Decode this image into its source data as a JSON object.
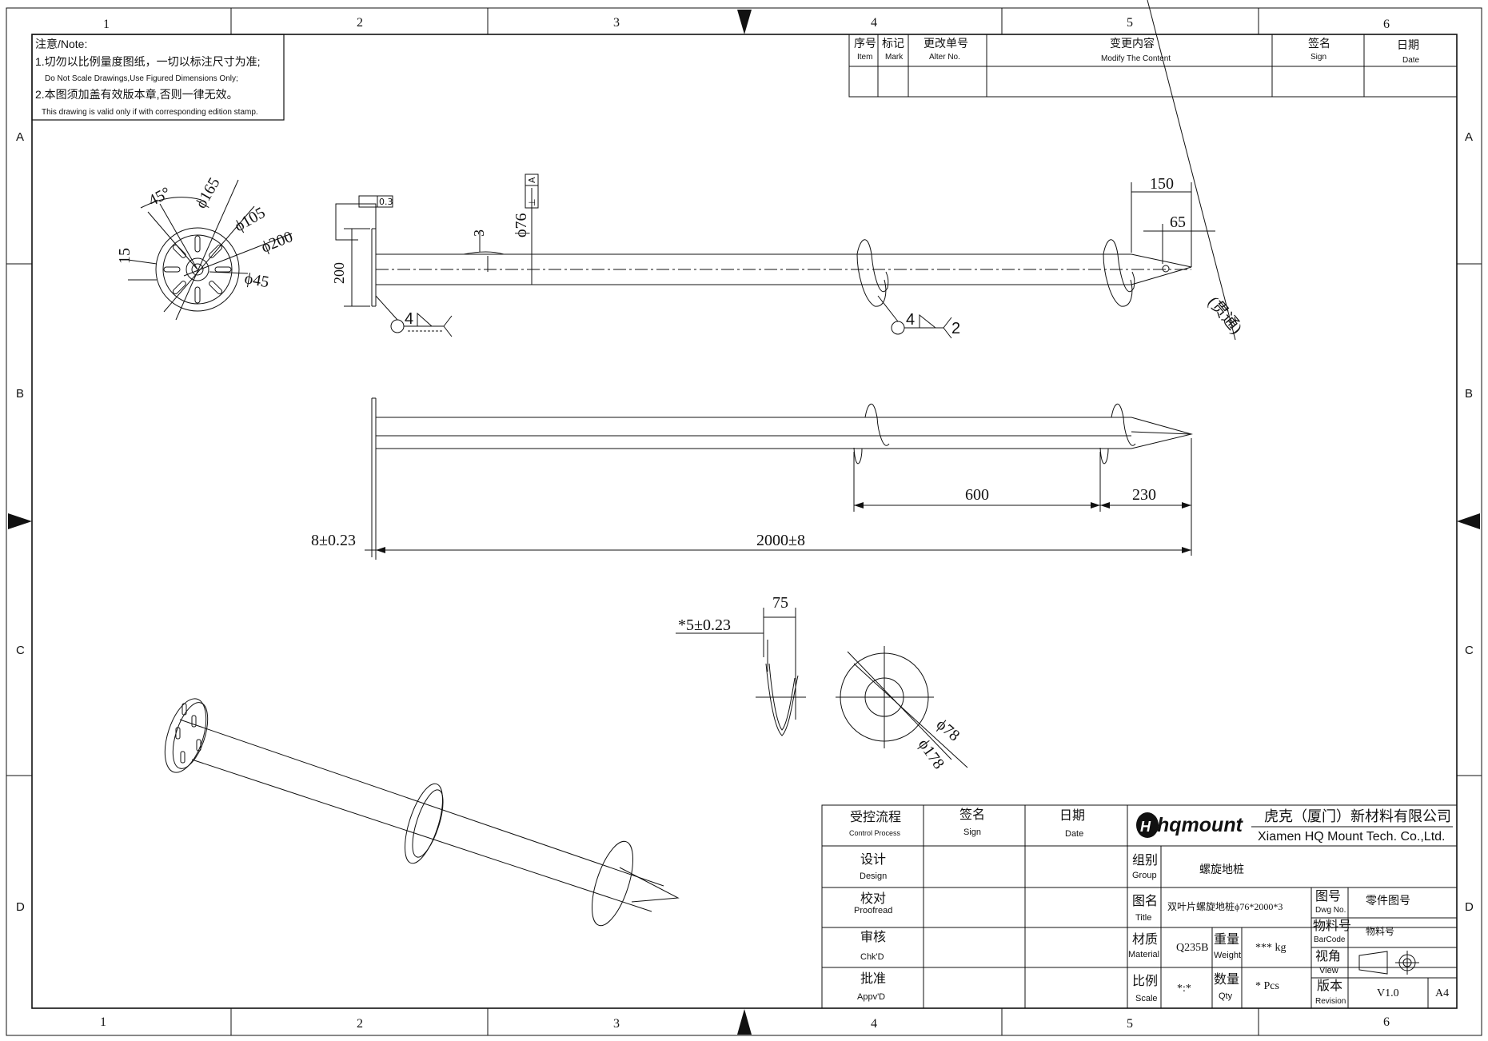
{
  "border": {
    "cols": [
      "1",
      "2",
      "3",
      "4",
      "5",
      "6"
    ],
    "rows": [
      "A",
      "B",
      "C",
      "D"
    ]
  },
  "note": {
    "title": "注意/Note:",
    "line1_cn": "1.切勿以比例量度图纸，一切以标注尺寸为准;",
    "line1_en": "Do Not Scale Drawings,Use Figured Dimensions Only;",
    "line2_cn": "2.本图须加盖有效版本章,否则一律无效。",
    "line2_en": "This drawing is valid only if with corresponding edition stamp."
  },
  "revision_table": {
    "item_cn": "序号",
    "item_en": "Item",
    "mark_cn": "标记",
    "mark_en": "Mark",
    "alter_cn": "更改单号",
    "alter_en": "Alter No.",
    "content_cn": "变更内容",
    "content_en": "Modify The Content",
    "sign_cn": "签名",
    "sign_en": "Sign",
    "date_cn": "日期",
    "date_en": "Date"
  },
  "dims": {
    "flange_angle": "45°",
    "flange_d165": "ϕ165",
    "flange_d105": "ϕ105",
    "flange_d200": "ϕ200",
    "flange_d45": "ϕ45",
    "flange_15": "15",
    "flatness": "0.3",
    "perp": "⊥",
    "perp_ref": "A",
    "plate_height": "200",
    "wall": "3",
    "pipe_d76": "ϕ76",
    "tip_150": "150",
    "tip_65": "65",
    "tip_note": "(贯通)",
    "weld_size": "4",
    "weld_num": "2",
    "spacing_600": "600",
    "tip_230": "230",
    "plate_thk": "8±0.23",
    "total_len": "2000±8",
    "blade_thk": "*5±0.23",
    "blade_pitch": "75",
    "blade_d78": "ϕ78",
    "blade_d178": "ϕ178"
  },
  "title_block": {
    "process_cn": "受控流程",
    "process_en": "Control Process",
    "sign_cn": "签名",
    "sign_en": "Sign",
    "date_cn": "日期",
    "date_en": "Date",
    "design_cn": "设计",
    "design_en": "Design",
    "proof_cn": "校对",
    "proof_en": "Proofread",
    "check_cn": "审核",
    "check_en": "Chk'D",
    "appv_cn": "批准",
    "appv_en": "Appv'D",
    "logo": "hqmount",
    "company_cn": "虎克（厦门）新材料有限公司",
    "company_en": "Xiamen HQ Mount Tech. Co.,Ltd.",
    "group_cn": "组别",
    "group_en": "Group",
    "group_val": "螺旋地桩",
    "title_cn": "图名",
    "title_en": "Title",
    "title_val": "双叶片螺旋地桩ϕ76*2000*3",
    "dwg_cn": "图号",
    "dwg_en": "Dwg No.",
    "dwg_val": "零件图号",
    "barcode_cn": "物料号",
    "barcode_en": "BarCode",
    "barcode_val": "物料号",
    "material_cn": "材质",
    "material_en": "Material",
    "material_val": "Q235B",
    "weight_cn": "重量",
    "weight_en": "Weight",
    "weight_val": "*** kg",
    "view_cn": "视角",
    "view_en": "View",
    "scale_cn": "比例",
    "scale_en": "Scale",
    "scale_val": "*:*",
    "qty_cn": "数量",
    "qty_en": "Qty",
    "qty_val": "* Pcs",
    "rev_cn": "版本",
    "rev_en": "Revision",
    "rev_val": "V1.0",
    "size_val": "A4"
  }
}
